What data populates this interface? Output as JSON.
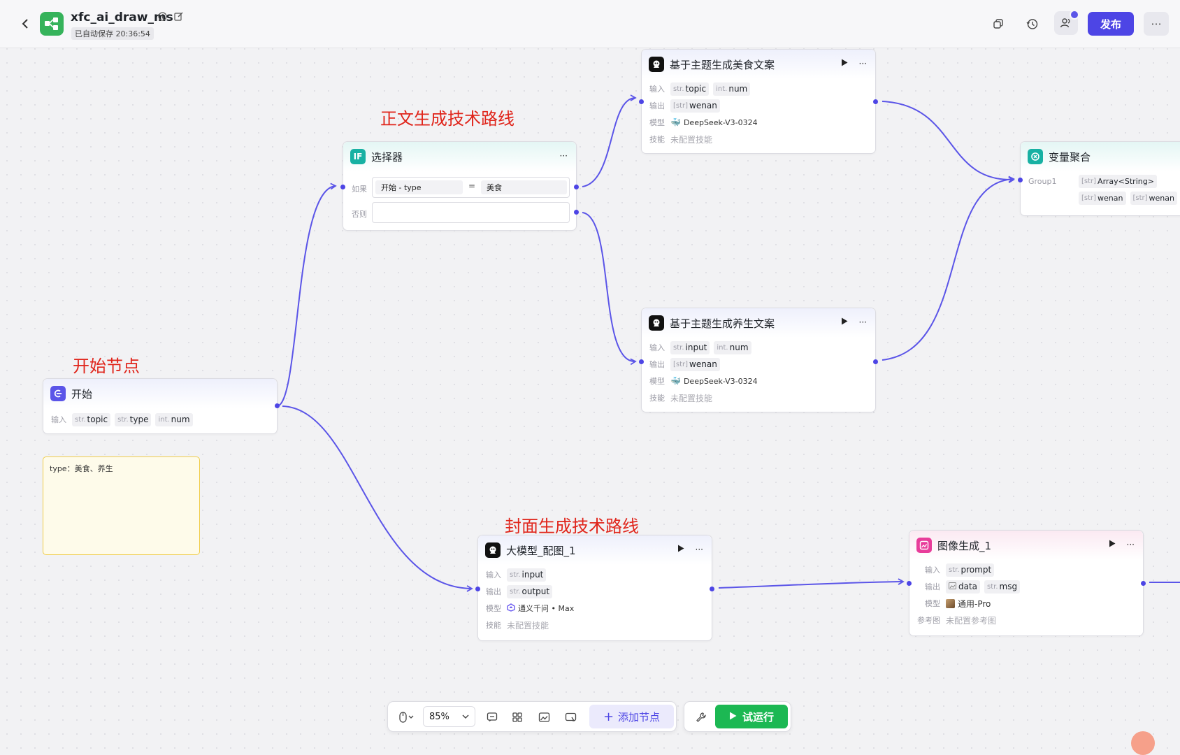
{
  "header": {
    "app_name": "xfc_ai_draw_ms",
    "autosave": "已自动保存 20:36:54",
    "publish": "发布"
  },
  "annotations": {
    "text_route": "正文生成技术路线",
    "start_node": "开始节点",
    "cover_route": "封面生成技术路线"
  },
  "labels": {
    "input": "输入",
    "output": "输出",
    "model": "模型",
    "skill": "技能",
    "if": "如果",
    "else": "否则",
    "ref_image": "参考图"
  },
  "nodes": {
    "start": {
      "title": "开始",
      "inputs": [
        {
          "type": "str.",
          "name": "topic"
        },
        {
          "type": "str.",
          "name": "type"
        },
        {
          "type": "int.",
          "name": "num"
        }
      ]
    },
    "selector": {
      "title": "选择器",
      "cond_left": "开始 - type",
      "cond_op": "=",
      "cond_right": "美食"
    },
    "food": {
      "title": "基于主题生成美食文案",
      "inputs": [
        {
          "type": "str.",
          "name": "topic"
        },
        {
          "type": "int.",
          "name": "num"
        }
      ],
      "outputs": [
        {
          "type": "[str]",
          "name": "wenan"
        }
      ],
      "model": "DeepSeek-V3-0324",
      "skill": "未配置技能"
    },
    "health": {
      "title": "基于主题生成养生文案",
      "inputs": [
        {
          "type": "str.",
          "name": "input"
        },
        {
          "type": "int.",
          "name": "num"
        }
      ],
      "outputs": [
        {
          "type": "[str]",
          "name": "wenan"
        }
      ],
      "model": "DeepSeek-V3-0324",
      "skill": "未配置技能"
    },
    "aggregate": {
      "title": "变量聚合",
      "group": "Group1",
      "group_type": {
        "type": "[str]",
        "name": "Array<String>"
      },
      "vars": [
        {
          "type": "[str]",
          "name": "wenan"
        },
        {
          "type": "[str]",
          "name": "wenan"
        }
      ]
    },
    "llm_image": {
      "title": "大模型_配图_1",
      "inputs": [
        {
          "type": "str.",
          "name": "input"
        }
      ],
      "outputs": [
        {
          "type": "str.",
          "name": "output"
        }
      ],
      "model": "通义千问 • Max",
      "skill": "未配置技能"
    },
    "image_gen": {
      "title": "图像生成_1",
      "inputs": [
        {
          "type": "str.",
          "name": "prompt"
        }
      ],
      "outputs": [
        {
          "type": "img",
          "name": "data"
        },
        {
          "type": "str.",
          "name": "msg"
        }
      ],
      "model": "通用-Pro",
      "ref_image": "未配置参考图"
    }
  },
  "note": {
    "text": "type：美食、养生"
  },
  "toolbar": {
    "zoom": "85%",
    "add_node": "添加节点",
    "run": "试运行"
  },
  "colors": {
    "accent": "#4d45e5",
    "annotation": "#e0251b",
    "run_green": "#1cb853",
    "note_bg": "#fefbea"
  }
}
